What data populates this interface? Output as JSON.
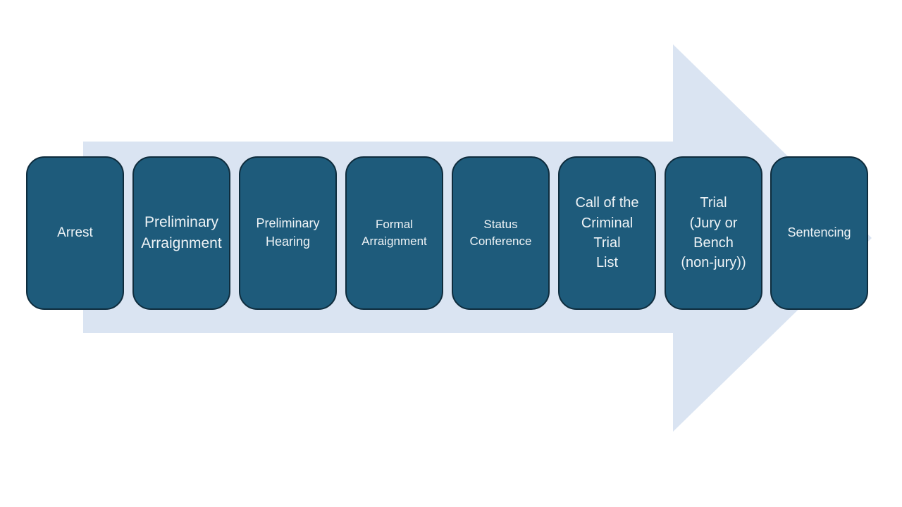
{
  "diagram": {
    "type": "process-flow-arrow",
    "description": "Criminal case process flow on a rightward arrow",
    "colors": {
      "arrow_fill": "#dae4f2",
      "box_fill": "#1e5b7b",
      "box_border": "#0e2c3d",
      "text": "#eef3f6",
      "background": "#ffffff"
    },
    "stages": [
      {
        "label": "Arrest"
      },
      {
        "label": "Preliminary\nArraignment"
      },
      {
        "label": "Preliminary\nHearing"
      },
      {
        "label": "Formal\nArraignment"
      },
      {
        "label": "Status\nConference"
      },
      {
        "label": "Call of the\nCriminal\nTrial\nList"
      },
      {
        "label": "Trial\n(Jury or\nBench\n(non-jury))"
      },
      {
        "label": "Sentencing"
      }
    ]
  }
}
